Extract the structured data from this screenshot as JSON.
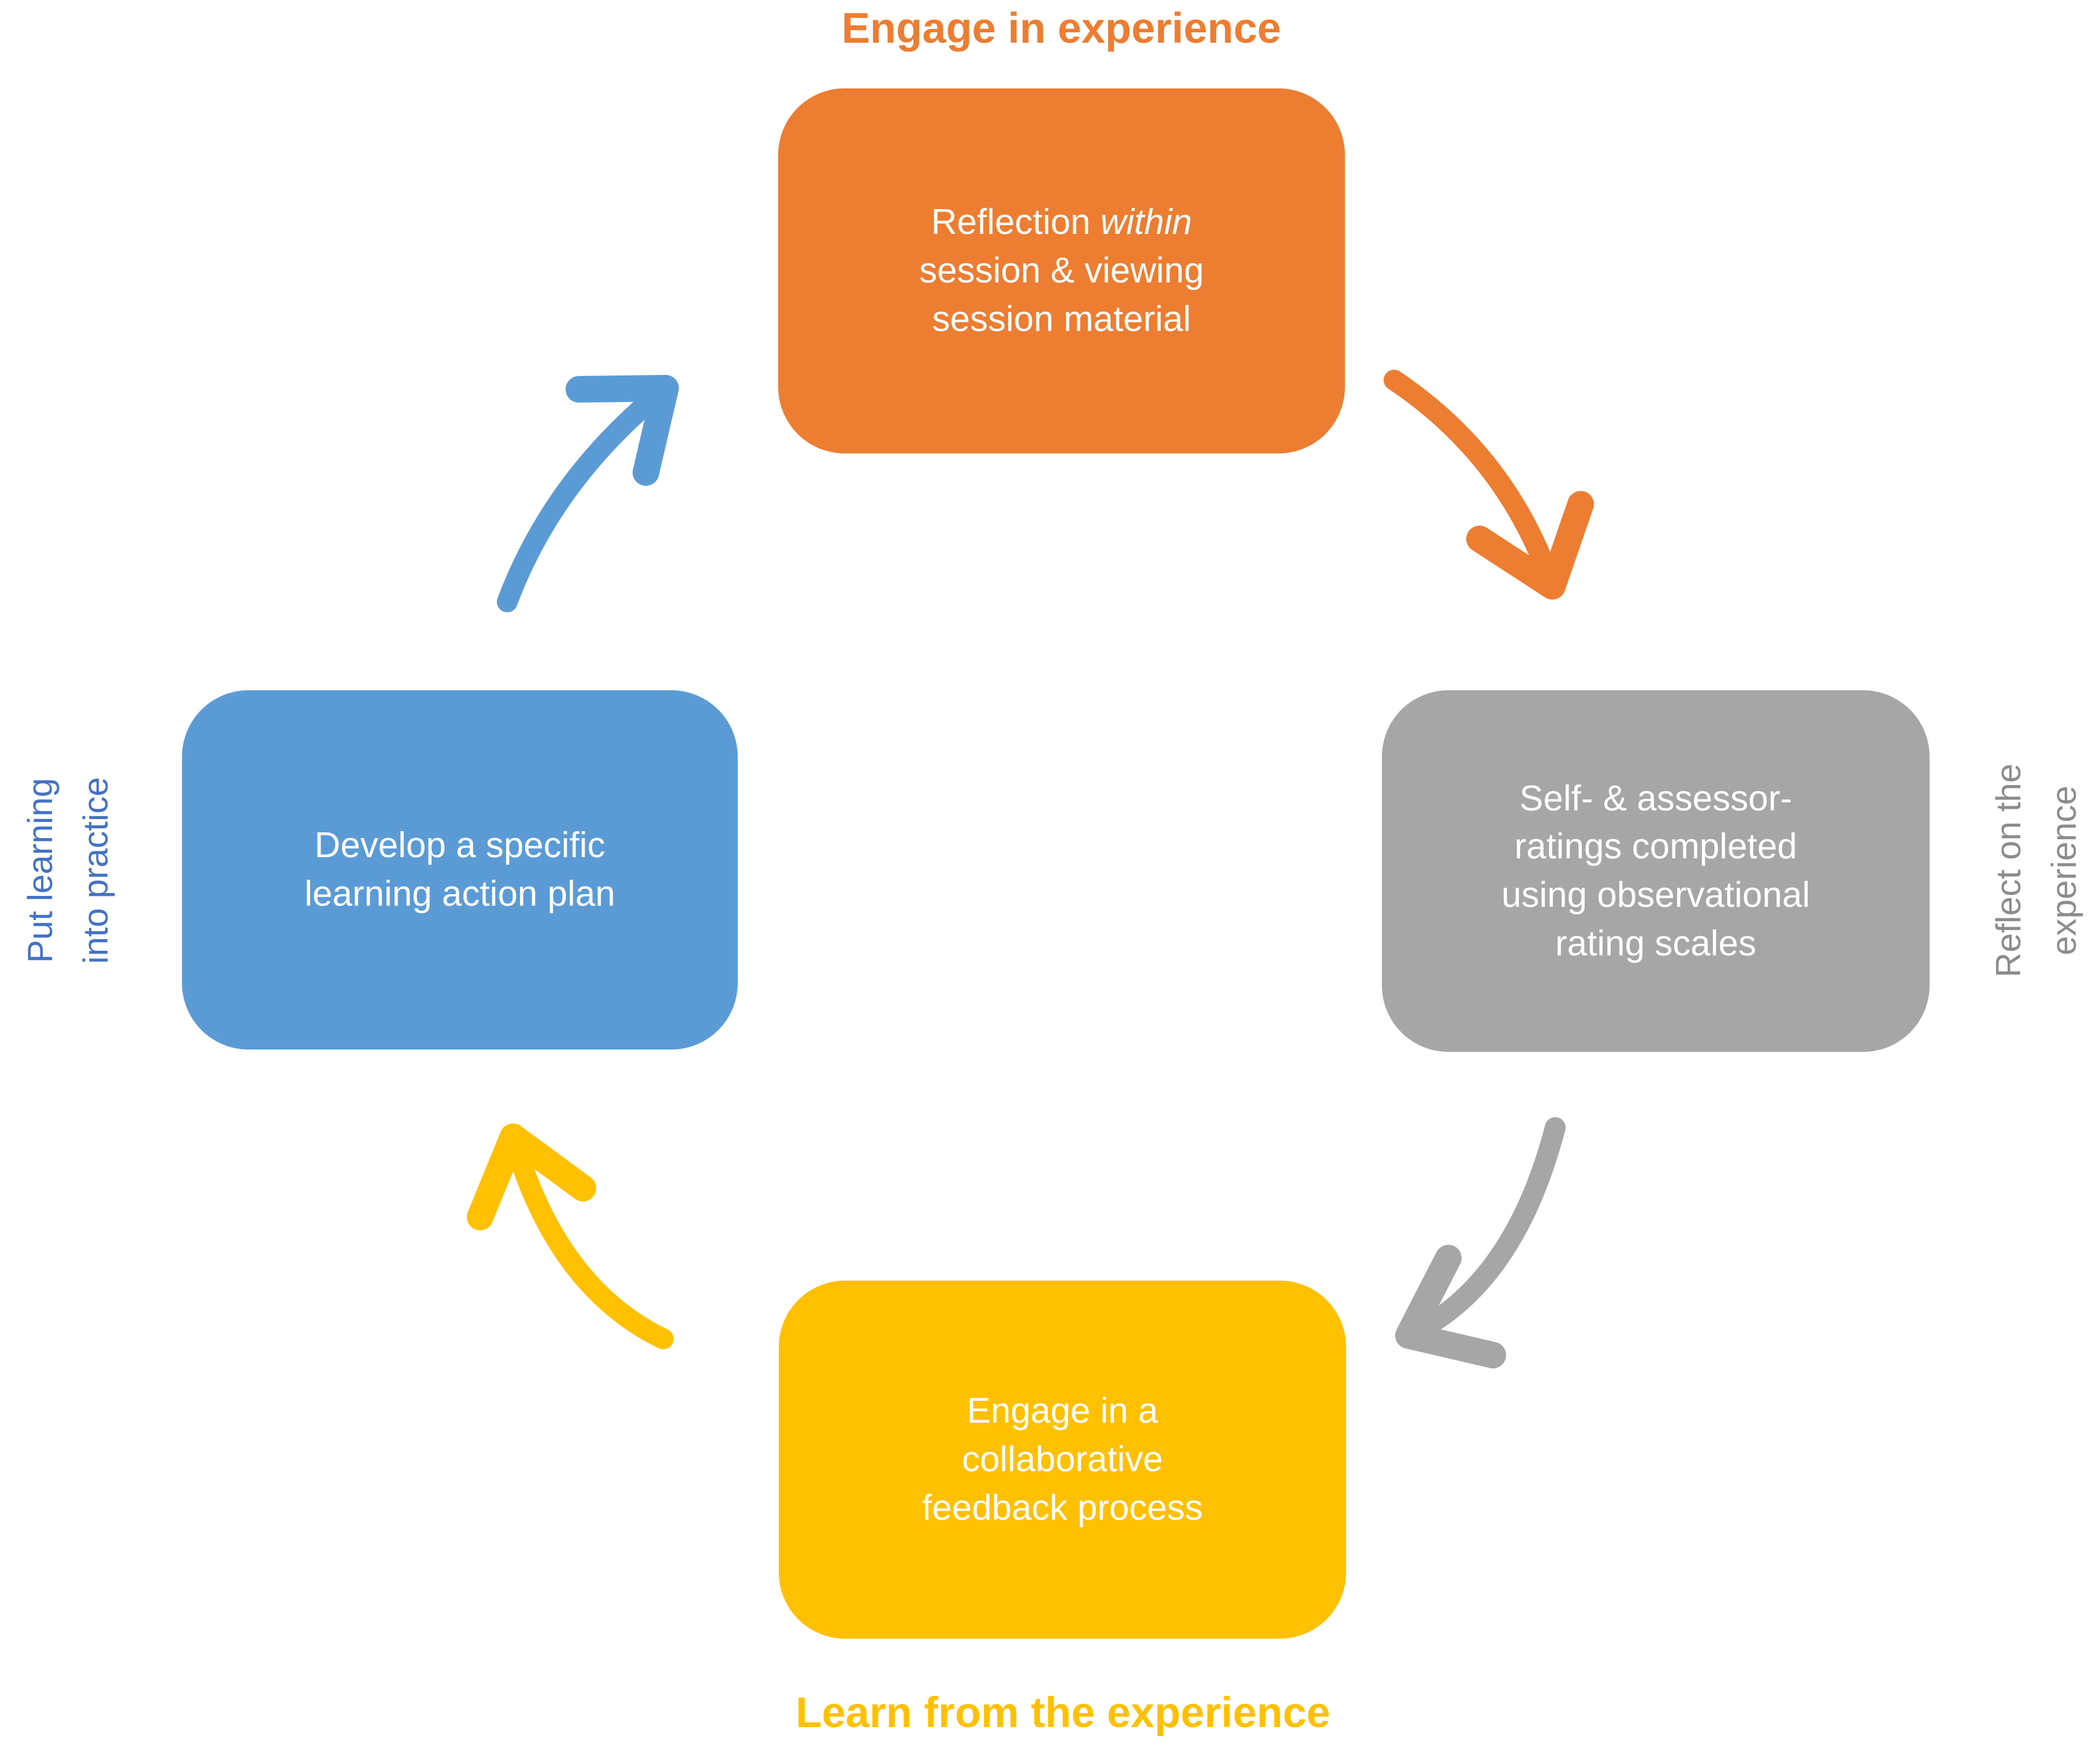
{
  "diagram": {
    "type": "cycle",
    "background": "#FFFFFF",
    "nodes": {
      "top": {
        "color": "#ED7D31",
        "pre": "Reflection ",
        "italic": "within",
        "post": "\nsession & viewing\nsession material",
        "text_color": "#FFFFFF"
      },
      "right": {
        "color": "#A6A6A6",
        "text": "Self- & assessor-\nratings completed\nusing observational\nrating scales",
        "text_color": "#FFFFFF"
      },
      "bottom": {
        "color": "#FFC000",
        "text": "Engage in a\ncollaborative\nfeedback process",
        "text_color": "#FFFFFF"
      },
      "left": {
        "color": "#5B9BD5",
        "text": "Develop a specific\nlearning action plan",
        "text_color": "#FFFFFF"
      }
    },
    "outer_labels": {
      "top": {
        "text": "Engage in experience",
        "color": "#ED7D31"
      },
      "right": {
        "text": "Reflect on the\nexperience",
        "color": "#8C8C8C",
        "rotation": "-90deg"
      },
      "bottom": {
        "text": "Learn from the experience",
        "color": "#FFC000"
      },
      "left": {
        "text": "Put learning\ninto practice",
        "color": "#4472C4",
        "rotation": "-90deg"
      }
    },
    "arrows": [
      {
        "name": "top-to-right",
        "color": "#ED7D31",
        "direction": "clockwise"
      },
      {
        "name": "right-to-bottom",
        "color": "#A6A6A6",
        "direction": "clockwise"
      },
      {
        "name": "bottom-to-left",
        "color": "#FFC000",
        "direction": "clockwise"
      },
      {
        "name": "left-to-top",
        "color": "#5B9BD5",
        "direction": "clockwise"
      }
    ]
  }
}
